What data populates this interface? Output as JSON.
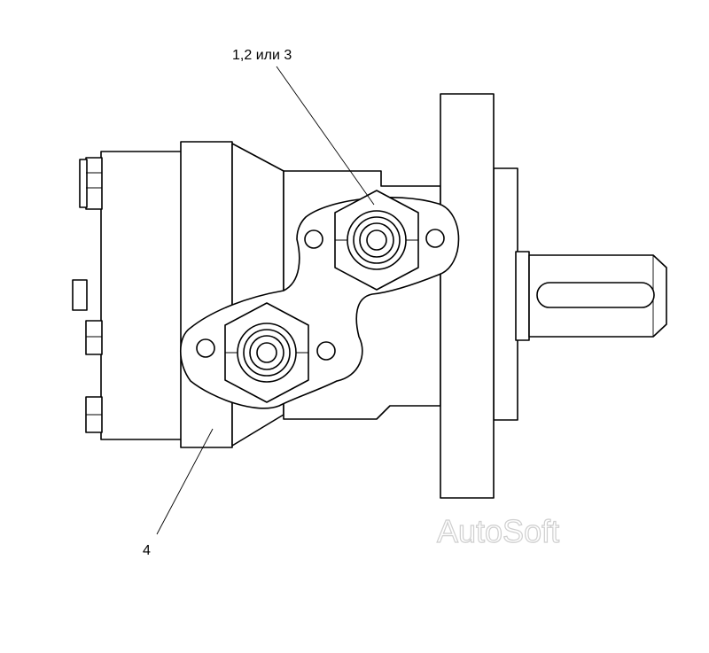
{
  "callouts": {
    "port_fittings": "1,2 или 3",
    "housing": "4"
  },
  "watermark": "AutoSoft",
  "colors": {
    "line": "#000000",
    "background": "#ffffff",
    "watermark_outline": "#cfcfcf"
  }
}
